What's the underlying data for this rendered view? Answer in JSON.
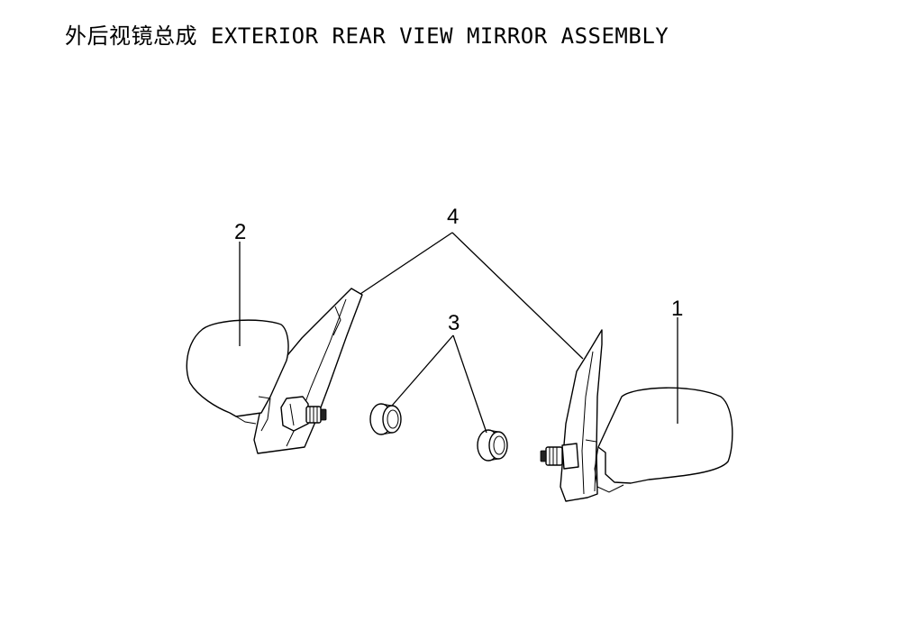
{
  "title": "外后视镜总成 EXTERIOR REAR VIEW MIRROR ASSEMBLY",
  "callouts": {
    "c1": "1",
    "c2": "2",
    "c3": "3",
    "c4": "4"
  }
}
